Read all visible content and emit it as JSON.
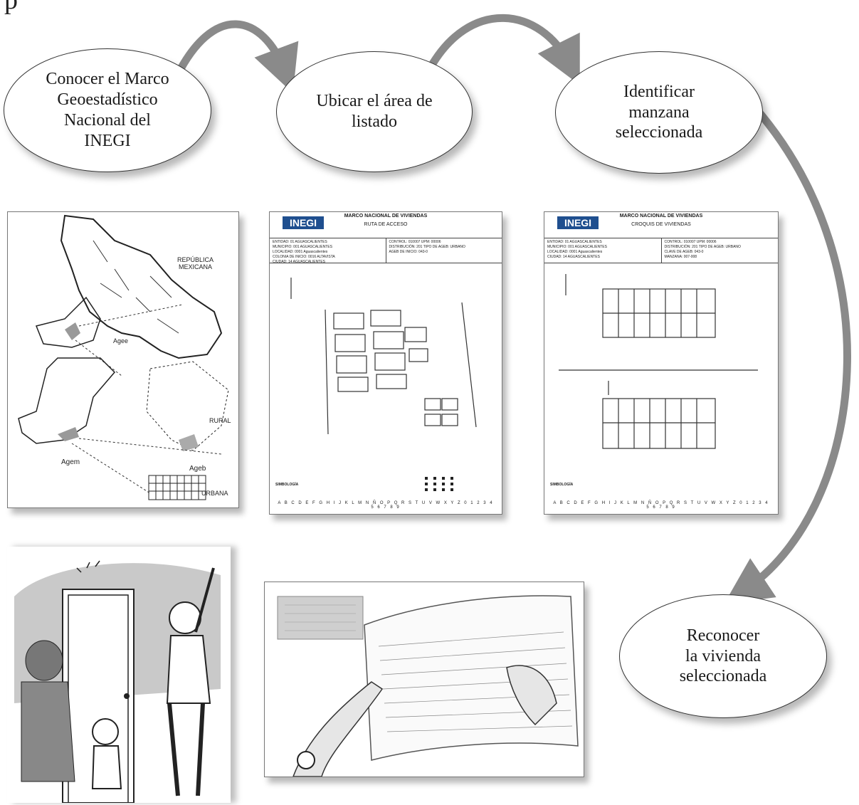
{
  "header_fragment": "p",
  "flow_steps": [
    {
      "id": "step1",
      "label": "Conocer el Marco\nGeoestadístico\nNacional del\nINEGI"
    },
    {
      "id": "step2",
      "label": "Ubicar el área de\nlistado"
    },
    {
      "id": "step3",
      "label": "Identificar\nmanzana\nseleccionada"
    },
    {
      "id": "step4",
      "label": "Reconocer\nla vivienda\nseleccionada"
    }
  ],
  "map_panel": {
    "labels": [
      "REPÚBLICA\nMEXICANA",
      "Agee",
      "RURAL",
      "Agem",
      "Ageb",
      "URBANA"
    ]
  },
  "doc_route": {
    "logo": "INEGI",
    "title": "MARCO NACIONAL DE VIVIENDAS",
    "subtitle": "RUTA DE ACCESO",
    "fields": [
      "ENTIDAD: 01 AGUASCALIENTES",
      "MUNICIPIO: 001 AGUASCALIENTES",
      "LOCALIDAD: 0001 Aguascalientes",
      "COLONIA DE INICIO: 0016 ALTAVISTA",
      "CIUDAD: 14 AGUASCALIENTES"
    ],
    "fields2": [
      "CONTROL: 010007 UPM: 00006",
      "DISTRIBUCIÓN: 201 TIPO DE AGEB: URBANO",
      "AGEB DE INICIO: 043-0"
    ],
    "simbologia": "SIMBOLOGÍA",
    "alphabet": "A B C D E F G H I J K L M N Ñ O P Q R S T U V W X Y Z 0 1 2 3 4 5 6 7 8 9"
  },
  "doc_croquis": {
    "logo": "INEGI",
    "title": "MARCO NACIONAL DE VIVIENDAS",
    "subtitle": "CROQUIS DE VIVIENDAS",
    "fields": [
      "ENTIDAD: 01 AGUASCALIENTES",
      "MUNICIPIO: 001 AGUASCALIENTES",
      "LOCALIDAD: 0001 Aguascalientes",
      "CIUDAD: 14 AGUASCALIENTES"
    ],
    "fields2": [
      "CONTROL: 010007 UPM: 00006",
      "DISTRIBUCIÓN: 201 TIPO DE AGEB: URBANO",
      "CLAVE DE AGEB: 043-0",
      "MANZANA: 007-008"
    ],
    "simbologia": "SIMBOLOGÍA",
    "alphabet": "A B C D E F G H I J K L M N Ñ O P Q R S T U V W X Y Z 0 1 2 3 4 5 6 7 8 9"
  }
}
